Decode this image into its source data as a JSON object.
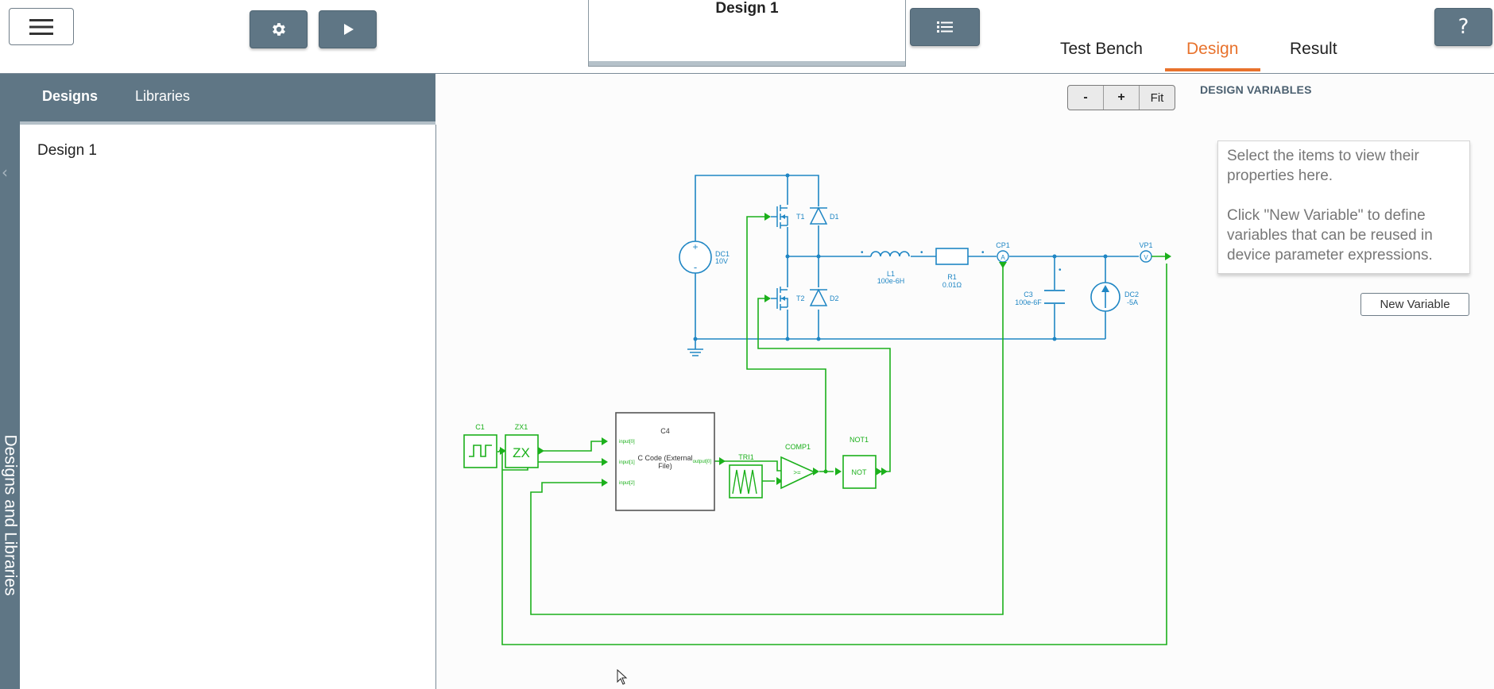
{
  "header": {
    "design_title": "Design 1",
    "help_label": "?",
    "tabs": [
      "Test Bench",
      "Design",
      "Result"
    ],
    "active_tab": "Design",
    "accent_color": "#e8722c"
  },
  "sidebar": {
    "strip_label": "Designs and Libraries",
    "tabs": [
      "Designs",
      "Libraries"
    ],
    "items": [
      "Design 1"
    ]
  },
  "canvas": {
    "zoom": {
      "out": "-",
      "in": "+",
      "fit": "Fit"
    }
  },
  "design_variables": {
    "title": "DESIGN VARIABLES",
    "hint_1": "Select the items to view their properties here.",
    "hint_2": "Click \"New Variable\" to define variables that can be reused in device parameter expressions.",
    "new_button": "New Variable"
  },
  "schematic": {
    "power_color": "#1f86c4",
    "control_color": "#1bb01b",
    "components": {
      "dc1_name": "DC1",
      "dc1_value": "10V",
      "t1": "T1",
      "t2": "T2",
      "d1": "D1",
      "d2": "D2",
      "l1_name": "L1",
      "l1_value": "100e-6H",
      "r1_name": "R1",
      "r1_value": "0.01Ω",
      "cp1": "CP1",
      "vp1": "VP1",
      "c3_name": "C3",
      "c3_value": "100e-6F",
      "dc2_name": "DC2",
      "dc2_value": "-5A",
      "c1": "C1",
      "zx1": "ZX1",
      "zx_text": "ZX",
      "c4": "C4",
      "c4_text_1": "C Code (External",
      "c4_text_2": "File)",
      "c4_in_0": "input[0]",
      "c4_in_1": "input[1]",
      "c4_in_2": "input[2]",
      "c4_out_0": "output[0]",
      "tri1": "TRI1",
      "comp1": "COMP1",
      "comp_text": ">=",
      "not1": "NOT1",
      "not_text": "NOT",
      "ammeter": "A",
      "voltmeter": "V",
      "plus": "+",
      "minus": "-",
      "dot": "•"
    }
  }
}
